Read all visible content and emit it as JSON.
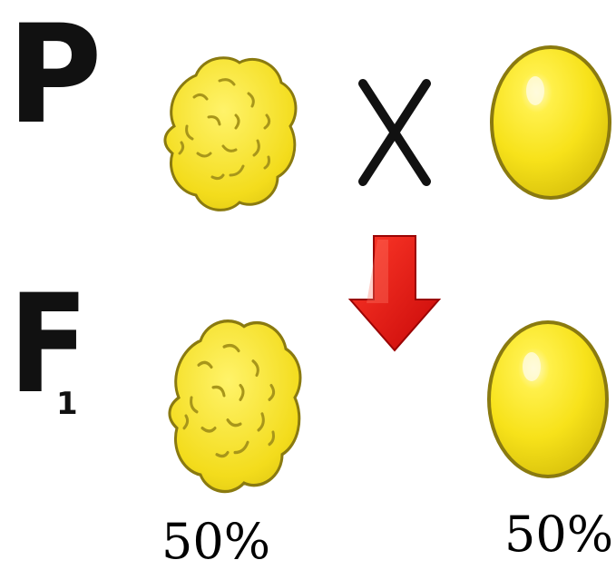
{
  "generations": {
    "parent_label": "P",
    "offspring_label": "F",
    "offspring_subscript": "1"
  },
  "parents": [
    {
      "phenotype": "wrinkled-seed"
    },
    {
      "phenotype": "round-seed"
    }
  ],
  "cross_symbol": "cross-icon",
  "arrow": {
    "icon": "arrow-down-icon",
    "color": "#e00d0d"
  },
  "offspring": [
    {
      "phenotype": "wrinkled-seed",
      "percent": "50%"
    },
    {
      "phenotype": "round-seed",
      "percent": "50%"
    }
  ],
  "colors": {
    "seed_fill": "#f7e21a",
    "seed_outline": "#8a7a10",
    "wrinkle_lines": "#a8961a",
    "arrow": "#e00d0d",
    "text": "#111111"
  }
}
